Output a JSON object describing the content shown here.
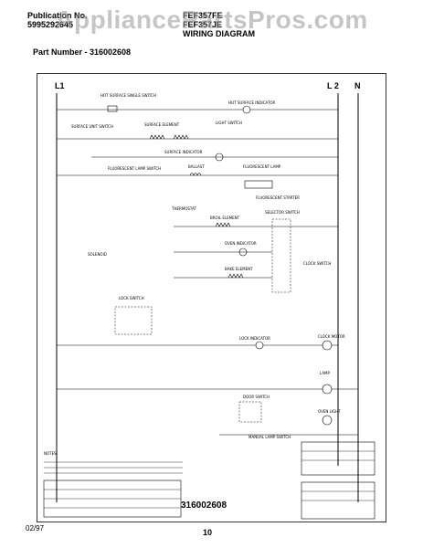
{
  "header": {
    "publication_label": "Publication No.",
    "publication_number": "5995292645",
    "model_line_1": "FEF357FE",
    "model_line_2": "FEF357JE",
    "diagram_title": "WIRING DIAGRAM",
    "watermark": "AppliancePartsPros.com"
  },
  "part_number": "Part Number - 316002608",
  "diagram": {
    "line_labels": {
      "l1": "L1",
      "l2": "L 2",
      "n": "N"
    },
    "bottom_code": "316002608",
    "labels": {
      "hot_surface_switch": "HOT SURFACE SINGLE SWITCH",
      "hot_surface_indicator": "HOT SURFACE INDICATOR",
      "surface_unit_switch": "SURFACE UNIT SWITCH",
      "surface_element": "SURFACE ELEMENT",
      "light_switch": "LIGHT SWITCH",
      "surface_indicator": "SURFACE INDICATOR",
      "fluorescent_lamp_switch": "FLUORESCENT LAMP SWITCH",
      "ballast": "BALLAST",
      "fluorescent_lamp": "FLUORESCENT LAMP",
      "fluorescent_starter": "FLUORESCENT STARTER",
      "thermostat": "THERMOSTAT",
      "broil_element": "BROIL ELEMENT",
      "selector_switch": "SELECTOR SWITCH",
      "oven_indicator": "OVEN INDICATOR",
      "bake_element": "BAKE ELEMENT",
      "clock_switch": "CLOCK SWITCH",
      "solenoid": "SOLENOID",
      "lock_switch": "LOCK SWITCH",
      "lock_indicator": "LOCK INDICATOR",
      "clock_motor": "CLOCK MOTOR",
      "door_switch": "DOOR SWITCH",
      "lamp": "LAMP",
      "oven_light": "OVEN LIGHT",
      "manual_lamp_switch": "MANUAL LAMP SWITCH",
      "notes": "NOTES:"
    }
  },
  "footer": {
    "date": "02/97",
    "page": "10"
  }
}
